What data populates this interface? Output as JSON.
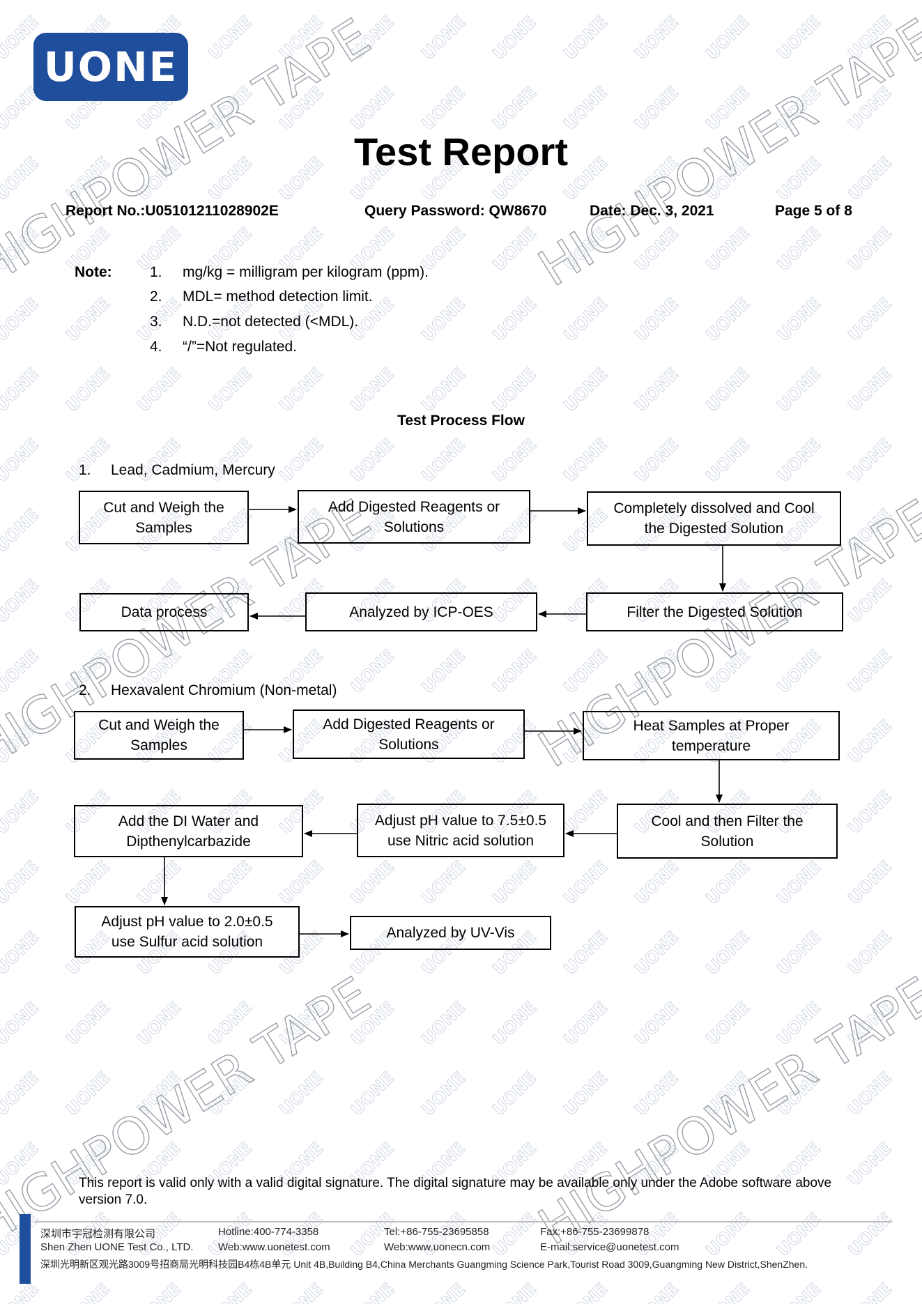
{
  "logo": {
    "text": "UONE",
    "color": "#1f4e9c"
  },
  "watermark": {
    "small": "UONE",
    "large": "HIGHPOWER TAPE"
  },
  "title": "Test Report",
  "header": {
    "report_no": "Report No.:U05101211028902E",
    "query_password": "Query Password: QW8670",
    "date": "Date: Dec. 3, 2021",
    "page": "Page 5 of 8"
  },
  "notes": {
    "label": "Note:",
    "items": [
      {
        "num": "1.",
        "text": "mg/kg = milligram per kilogram (ppm)."
      },
      {
        "num": "2.",
        "text": "MDL= method detection limit."
      },
      {
        "num": "3.",
        "text": "N.D.=not detected (<MDL)."
      },
      {
        "num": "4.",
        "text": "“/”=Not regulated."
      }
    ]
  },
  "flow_title": "Test Process Flow",
  "section1": {
    "num": "1.",
    "title": "Lead, Cadmium, Mercury",
    "boxes": [
      "Cut and Weigh the\nSamples",
      "Add Digested Reagents or\nSolutions",
      "Completely dissolved and Cool\nthe Digested Solution",
      "Filter the Digested Solution",
      "Analyzed by ICP-OES",
      "Data process"
    ]
  },
  "section2": {
    "num": "2.",
    "title": "Hexavalent Chromium (Non-metal)",
    "boxes": [
      "Cut and Weigh the\nSamples",
      "Add Digested Reagents or\nSolutions",
      "Heat Samples at Proper\ntemperature",
      "Cool and then Filter the\nSolution",
      "Adjust pH value to 7.5±0.5\nuse Nitric acid solution",
      "Add the DI Water and\nDipthenylcarbazide",
      "Adjust pH value to 2.0±0.5\nuse Sulfur acid solution",
      "Analyzed by UV-Vis"
    ]
  },
  "disclaimer": "This report is valid only with a valid digital signature. The digital signature may be available only under the Adobe software above version 7.0.",
  "footer": {
    "company_cn": "深圳市宇冠检测有限公司",
    "hotline": "Hotline:400-774-3358",
    "tel": "Tel:+86-755-23695858",
    "fax": "Fax:+86-755-23699878",
    "company_en": "Shen Zhen UONE Test Co., LTD.",
    "web1": "Web:www.uonetest.com",
    "web2": "Web:www.uonecn.com",
    "email": "E-mail:service@uonetest.com",
    "address": "深圳光明新区观光路3009号招商局光明科技园B4栋4B单元  Unit 4B,Building B4,China Merchants Guangming Science Park,Tourist Road 3009,Guangming New District,ShenZhen."
  }
}
